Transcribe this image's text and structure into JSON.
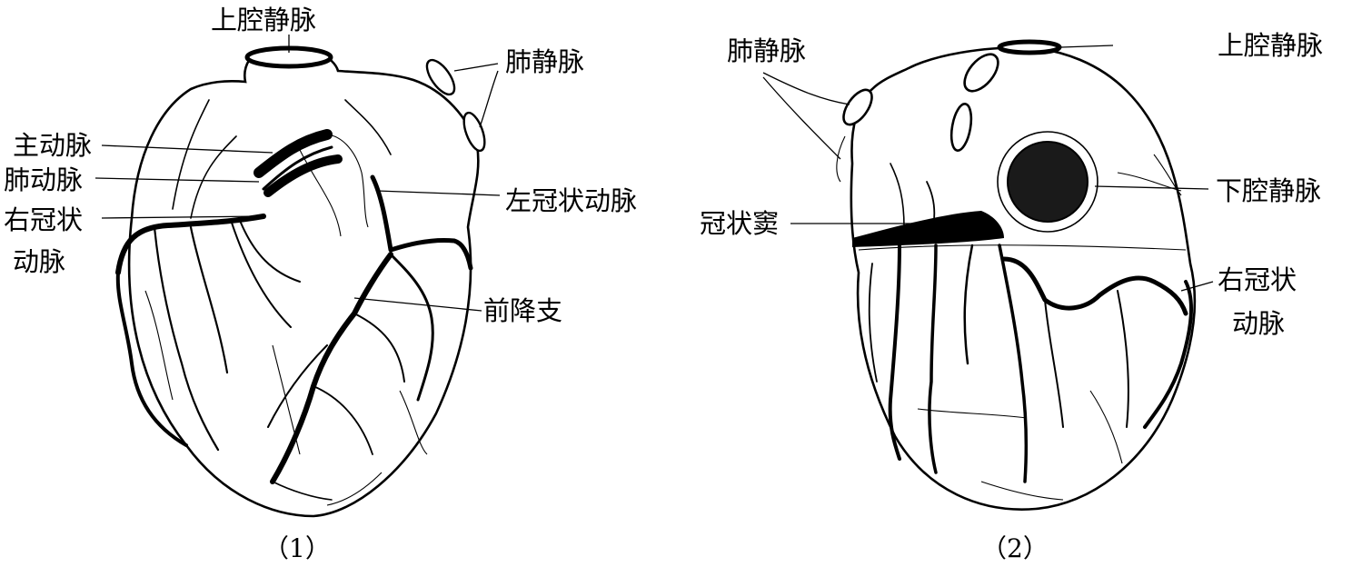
{
  "figure1": {
    "caption": "（1）",
    "labels": {
      "svc": "上腔静脉",
      "pulm_vein": "肺静脉",
      "aorta": "主动脉",
      "pulm_artery": "肺动脉",
      "rca_line1": "右冠状",
      "rca_line2": "动脉",
      "lca": "左冠状动脉",
      "lad": "前降支"
    }
  },
  "figure2": {
    "caption": "（2）",
    "labels": {
      "pulm_vein": "肺静脉",
      "svc": "上腔静脉",
      "ivc": "下腔静脉",
      "coronary_sinus": "冠状窦",
      "rca_line1": "右冠状",
      "rca_line2": "动脉"
    }
  },
  "colors": {
    "ink": "#000000",
    "paper": "#ffffff"
  }
}
